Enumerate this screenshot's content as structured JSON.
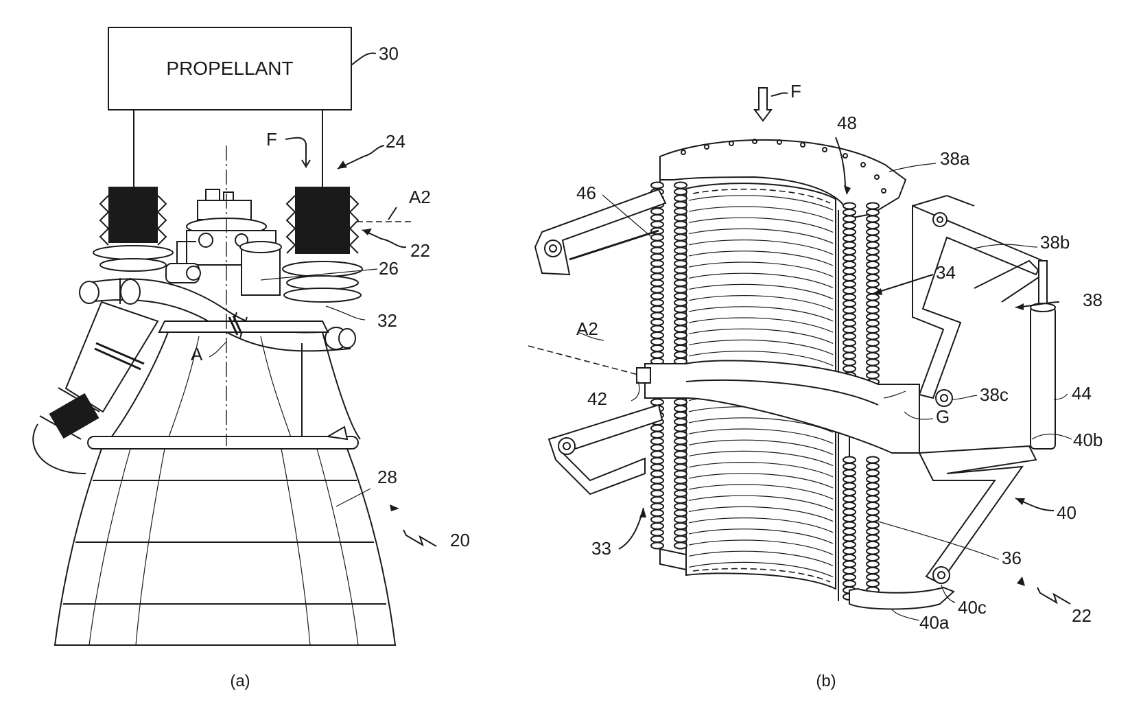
{
  "figure_a": {
    "caption": "(a)",
    "propellant_box_text": "PROPELLANT",
    "labels": {
      "l30": "30",
      "l24": "24",
      "lF": "F",
      "lA2": "A2",
      "l22": "22",
      "l26": "26",
      "l32": "32",
      "lA": "A",
      "l28": "28",
      "l20": "20"
    }
  },
  "figure_b": {
    "caption": "(b)",
    "labels": {
      "lF": "F",
      "l48": "48",
      "l38a": "38a",
      "l46": "46",
      "l38b": "38b",
      "l34": "34",
      "l38": "38",
      "lA2": "A2",
      "l42": "42",
      "l38c": "38c",
      "l44": "44",
      "lG": "G",
      "l40b": "40b",
      "l40": "40",
      "l33": "33",
      "l36": "36",
      "l40c": "40c",
      "l22": "22",
      "l40a": "40a"
    }
  },
  "colors": {
    "ink": "#1a1a1a",
    "paper": "#ffffff"
  }
}
